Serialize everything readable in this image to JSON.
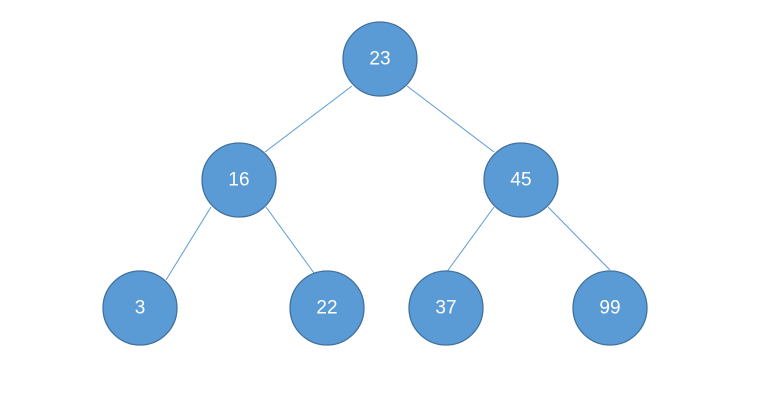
{
  "diagram": {
    "type": "binary-search-tree",
    "node_fill": "#5b9bd5",
    "node_stroke": "#41719c",
    "edge_color": "#5b9bd5",
    "label_color": "#ffffff",
    "nodes": [
      {
        "id": "n23",
        "label": "23"
      },
      {
        "id": "n16",
        "label": "16"
      },
      {
        "id": "n45",
        "label": "45"
      },
      {
        "id": "n3",
        "label": "3"
      },
      {
        "id": "n22",
        "label": "22"
      },
      {
        "id": "n37",
        "label": "37"
      },
      {
        "id": "n99",
        "label": "99"
      }
    ],
    "edges": [
      {
        "from": "n23",
        "to": "n16"
      },
      {
        "from": "n23",
        "to": "n45"
      },
      {
        "from": "n16",
        "to": "n3"
      },
      {
        "from": "n16",
        "to": "n22"
      },
      {
        "from": "n45",
        "to": "n37"
      },
      {
        "from": "n45",
        "to": "n99"
      }
    ]
  }
}
